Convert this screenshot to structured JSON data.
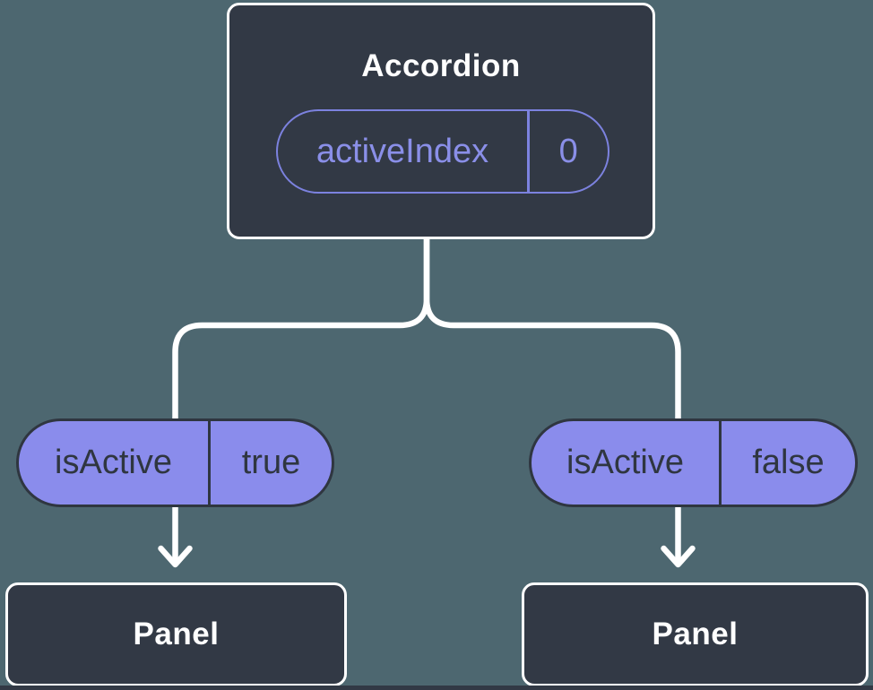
{
  "colors": {
    "background": "#4d6770",
    "node_fill": "#323945",
    "node_border": "#ffffff",
    "connector": "#ffffff",
    "pill_fill": "#8a8cec",
    "pill_dark": "#2f3640",
    "accent_border": "#7c82df",
    "accent_text": "#8a8fe8"
  },
  "diagram": {
    "root": {
      "title": "Accordion",
      "prop": {
        "name": "activeIndex",
        "value": "0"
      }
    },
    "branches": [
      {
        "prop": {
          "name": "isActive",
          "value": "true"
        },
        "child": {
          "title": "Panel"
        }
      },
      {
        "prop": {
          "name": "isActive",
          "value": "false"
        },
        "child": {
          "title": "Panel"
        }
      }
    ]
  }
}
